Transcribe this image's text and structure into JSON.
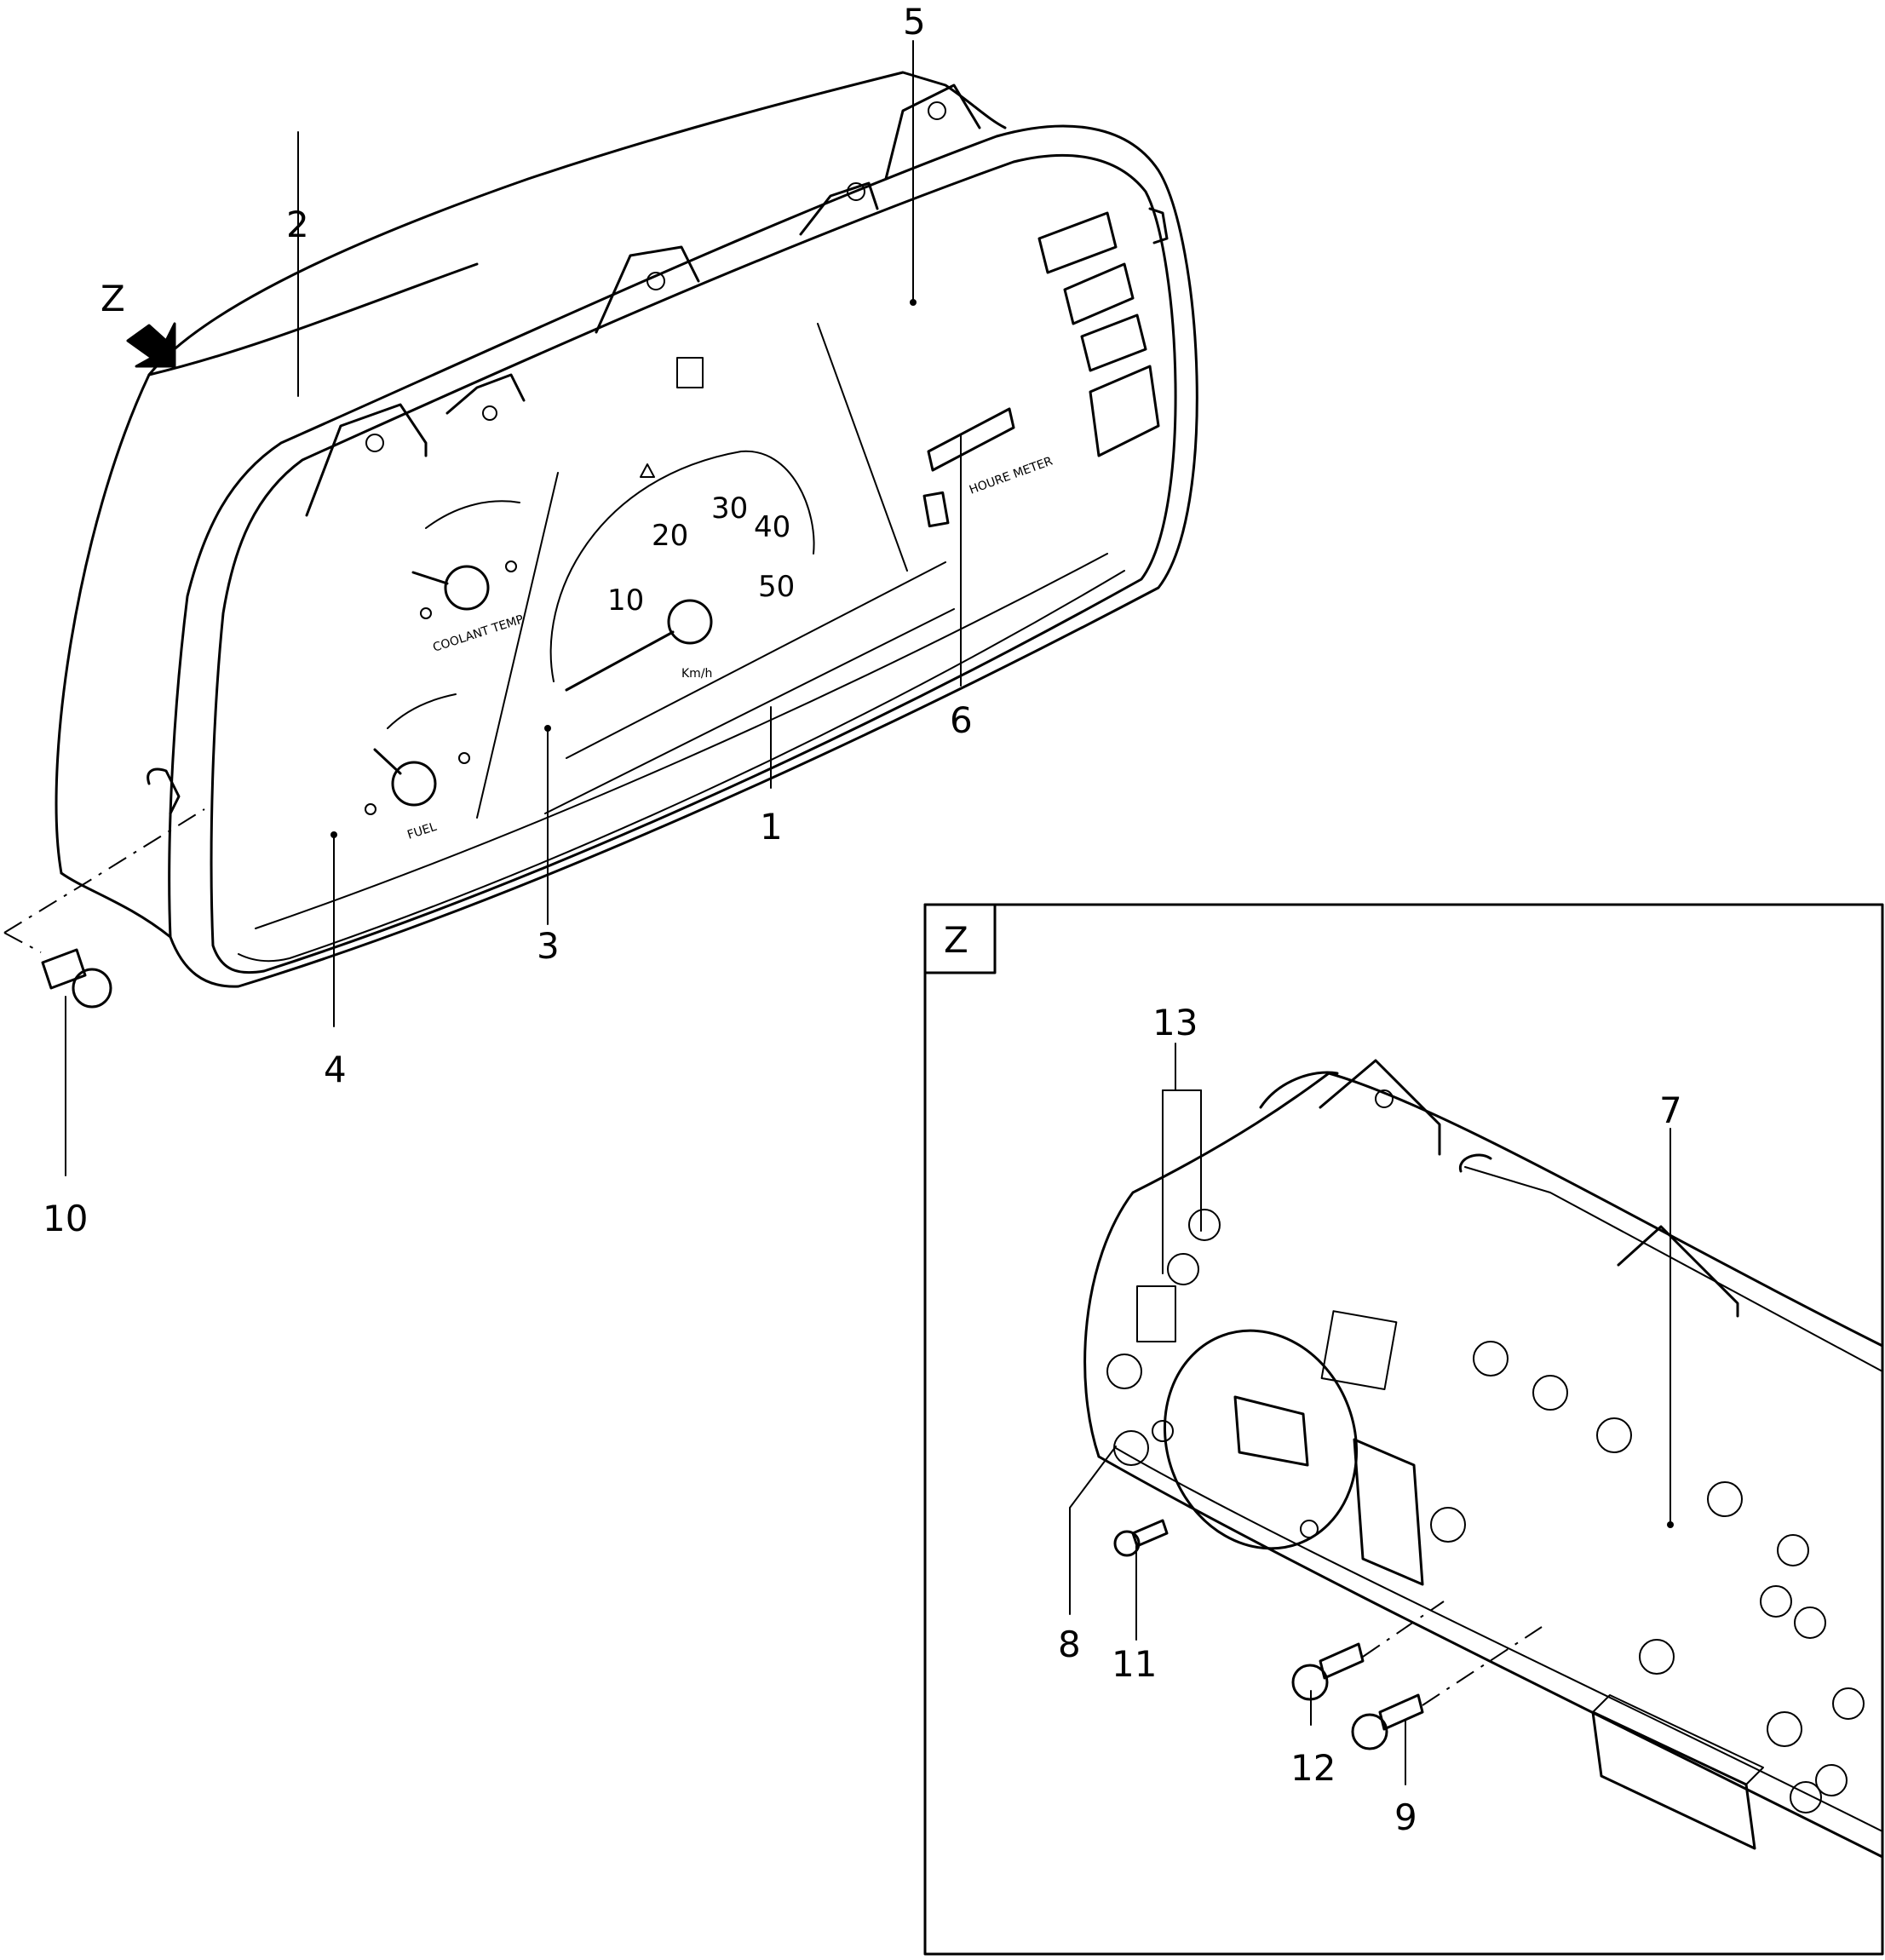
{
  "callouts": {
    "c1": "1",
    "c2": "2",
    "c3": "3",
    "c4": "4",
    "c5": "5",
    "c6": "6",
    "c7": "7",
    "c8": "8",
    "c9": "9",
    "c10": "10",
    "c11": "11",
    "c12": "12",
    "c13": "13"
  },
  "view": {
    "arrow_label": "Z",
    "inset_label": "Z"
  },
  "dial": {
    "ticks": [
      "10",
      "20",
      "30",
      "40",
      "50"
    ],
    "unit": "Km/h",
    "coolant_label": "COOLANT TEMP",
    "fuel_label": "FUEL",
    "hour_meter_label": "HOURE METER"
  }
}
